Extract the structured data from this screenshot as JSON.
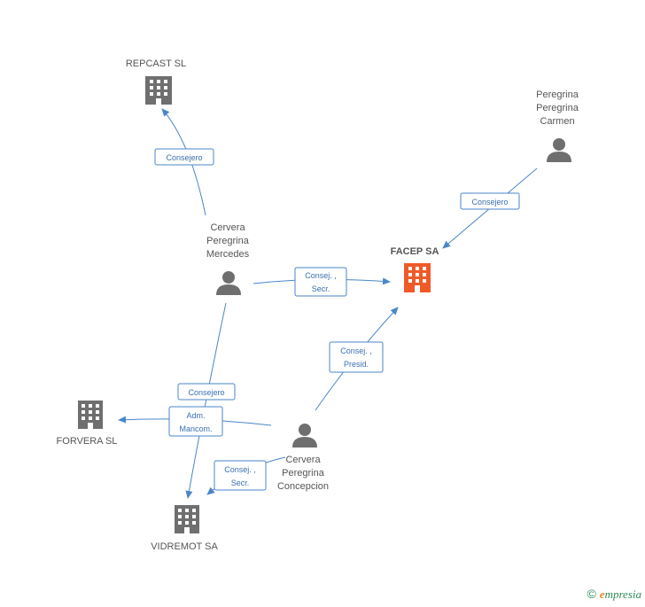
{
  "colors": {
    "edge": "#4a86c8",
    "company_gray": "#6f6f6f",
    "company_focus": "#f05a28",
    "person": "#6f6f6f"
  },
  "nodes": {
    "repcast": {
      "label": "REPCAST SL",
      "icon": "building-icon"
    },
    "facep": {
      "label": "FACEP SA",
      "icon": "building-icon"
    },
    "forvera": {
      "label": "FORVERA SL",
      "icon": "building-icon"
    },
    "vidremot": {
      "label": "VIDREMOT SA",
      "icon": "building-icon"
    },
    "carmen": {
      "label_lines": [
        "Peregrina",
        "Peregrina",
        "Carmen"
      ],
      "icon": "person-icon"
    },
    "mercedes": {
      "label_lines": [
        "Cervera",
        "Peregrina",
        "Mercedes"
      ],
      "icon": "person-icon"
    },
    "concepcion": {
      "label_lines": [
        "Cervera",
        "Peregrina",
        "Concepcion"
      ],
      "icon": "person-icon"
    }
  },
  "edges": {
    "mercedes_repcast": {
      "label_lines": [
        "Consejero"
      ]
    },
    "carmen_facep": {
      "label_lines": [
        "Consejero"
      ]
    },
    "mercedes_facep": {
      "label_lines": [
        "Consej. ,",
        "Secr."
      ]
    },
    "concepcion_facep": {
      "label_lines": [
        "Consej. ,",
        "Presid."
      ]
    },
    "mercedes_vidremot": {
      "label_lines": [
        "Consejero"
      ]
    },
    "concepcion_forvera": {
      "label_lines": [
        "Adm.",
        "Mancom."
      ]
    },
    "concepcion_vidremot": {
      "label_lines": [
        "Consej. ,",
        "Secr."
      ]
    }
  },
  "footer": {
    "copyright_symbol": "©",
    "brand_initial": "e",
    "brand_rest": "mpresia"
  }
}
